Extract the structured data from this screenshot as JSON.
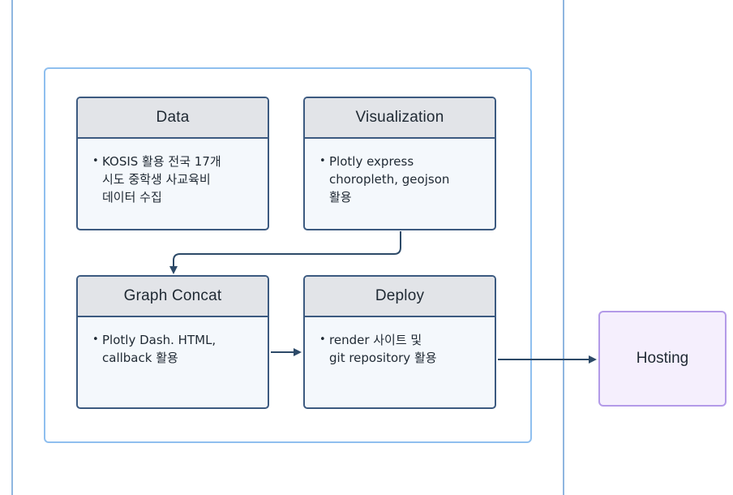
{
  "diagram": {
    "cards": [
      {
        "title": "Data",
        "bullets": [
          [
            "KOSIS 활용 전국 17개",
            "시도 중학생 사교육비",
            "데이터 수집"
          ]
        ]
      },
      {
        "title": "Visualization",
        "bullets": [
          [
            "Plotly express",
            "choropleth, geojson",
            "활용"
          ]
        ]
      },
      {
        "title": "Graph Concat",
        "bullets": [
          [
            "Plotly Dash. HTML,",
            "callback 활용"
          ]
        ]
      },
      {
        "title": "Deploy",
        "bullets": [
          [
            "render 사이트 및",
            "git repository 활용"
          ]
        ]
      }
    ],
    "hosting_label": "Hosting"
  },
  "colors": {
    "lane_line": "#8fb6e0",
    "group_border": "#8fbfef",
    "card_border": "#3c5a80",
    "card_header_bg": "#e2e4e8",
    "card_body_bg": "#f4f8fc",
    "hosting_border": "#b39ae8",
    "hosting_bg": "#f5effd",
    "connector": "#2d4a68"
  }
}
